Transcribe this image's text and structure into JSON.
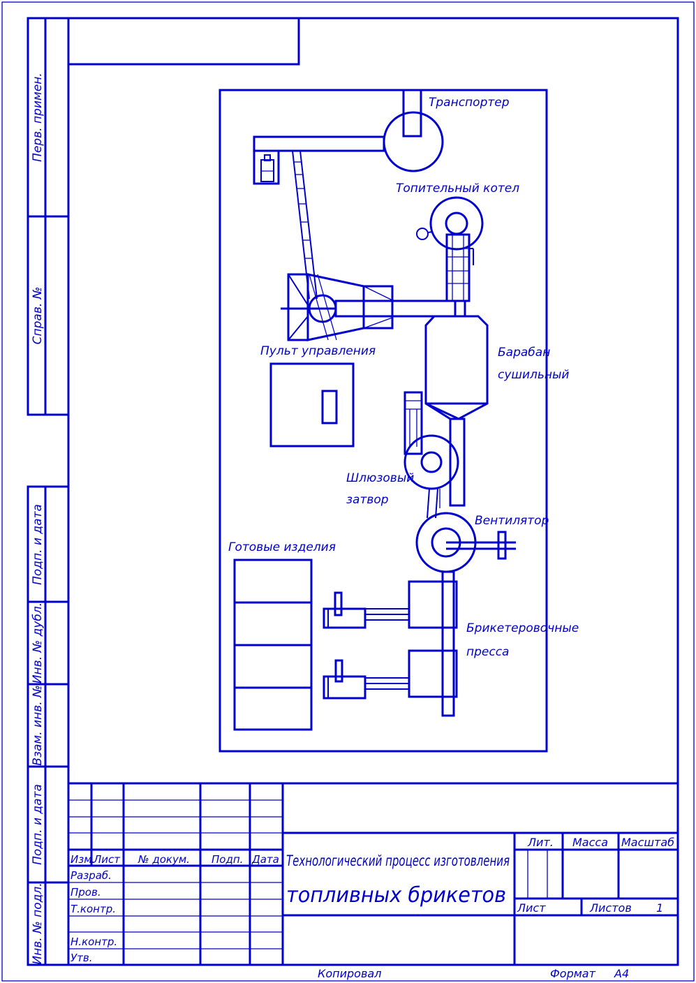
{
  "margin_labels": {
    "perv_primen": "Перв. примен.",
    "sprav_no": "Справ. №",
    "podp_data_1": "Подп. и дата",
    "inv_dubl": "Инв. № дубл.",
    "vzam_inv": "Взам. инв. №",
    "podp_data_2": "Подп. и дата",
    "inv_podl": "Инв. № подл."
  },
  "diagram": {
    "transporter": "Транспортер",
    "boiler": "Топительный котел",
    "control_panel": "Пульт управления",
    "drum_line1": "Барабан",
    "drum_line2": "сушильный",
    "airlock_line1": "Шлюзовый",
    "airlock_line2": "затвор",
    "fan": "Вентилятор",
    "finished": "Готовые изделия",
    "press_line1": "Брикетеровочные",
    "press_line2": "пресса"
  },
  "title_block": {
    "col_izm": "Изм.",
    "col_list": "Лист",
    "col_doc": "№ докум.",
    "col_podp": "Подп.",
    "col_data": "Дата",
    "row_razrab": "Разраб.",
    "row_prov": "Пров.",
    "row_tkontr": "Т.контр.",
    "row_nkontr": "Н.контр.",
    "row_utv": "Утв.",
    "title_line1": "Технологический процесс изготовления",
    "title_line2": "топливных брикетов",
    "lit": "Лит.",
    "massa": "Масса",
    "masshtab": "Масштаб",
    "list": "Лист",
    "listov": "Листов",
    "listov_value": "1"
  },
  "footer": {
    "kopiroval": "Копировал",
    "format": "Формат",
    "format_value": "A4"
  },
  "colors": {
    "line": "#0000cc",
    "background": "#ffffff"
  }
}
